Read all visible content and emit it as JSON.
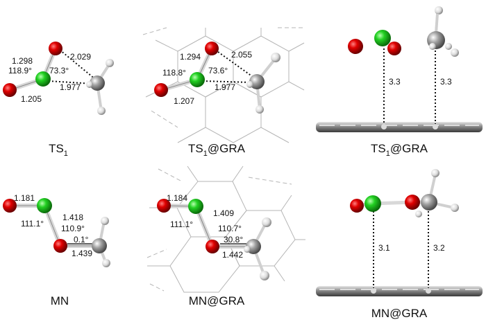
{
  "colors": {
    "chlorine": "#22cc22",
    "oxygen": "#cc0000",
    "carbon": "#909090",
    "hydrogen": "#e6e6e6",
    "graphene": "#aaaaaa",
    "bond": "#cfcfcf"
  },
  "panels": {
    "ts1": {
      "caption_main": "TS",
      "caption_sub": "1",
      "caption_rest": "",
      "labels": {
        "oo": "1.298",
        "cl_o": "1.205",
        "angle_ocl": "118.9°",
        "angle_oclc": "73.3°",
        "o_c": "2.029",
        "cl_c": "1.977"
      }
    },
    "ts1_gra": {
      "caption_main": "TS",
      "caption_sub": "1",
      "caption_rest": "@GRA",
      "labels": {
        "oo": "1.294",
        "cl_o": "1.207",
        "angle_ocl": "118.8°",
        "angle_oclc": "73.6°",
        "o_c": "2.055",
        "cl_c": "1.977"
      }
    },
    "ts1_gra_side": {
      "caption_main": "TS",
      "caption_sub": "1",
      "caption_rest": "@GRA",
      "labels": {
        "d1": "3.3",
        "d2": "3.3"
      }
    },
    "mn": {
      "caption_main": "MN",
      "labels": {
        "cl_o_top": "1.181",
        "cl_o": "1.418",
        "angle1": "111.1°",
        "angle2": "110.9°",
        "dihedral": "0.1°",
        "o_c": "1.439"
      }
    },
    "mn_gra": {
      "caption_main": "MN@GRA",
      "labels": {
        "cl_o_top": "1.184",
        "cl_o": "1.409",
        "angle1": "111.1°",
        "angle2": "110.7°",
        "dihedral": "30.8°",
        "o_c": "1.442"
      }
    },
    "mn_gra_side": {
      "caption_main": "MN@GRA",
      "labels": {
        "d1": "3.1",
        "d2": "3.2"
      }
    }
  }
}
